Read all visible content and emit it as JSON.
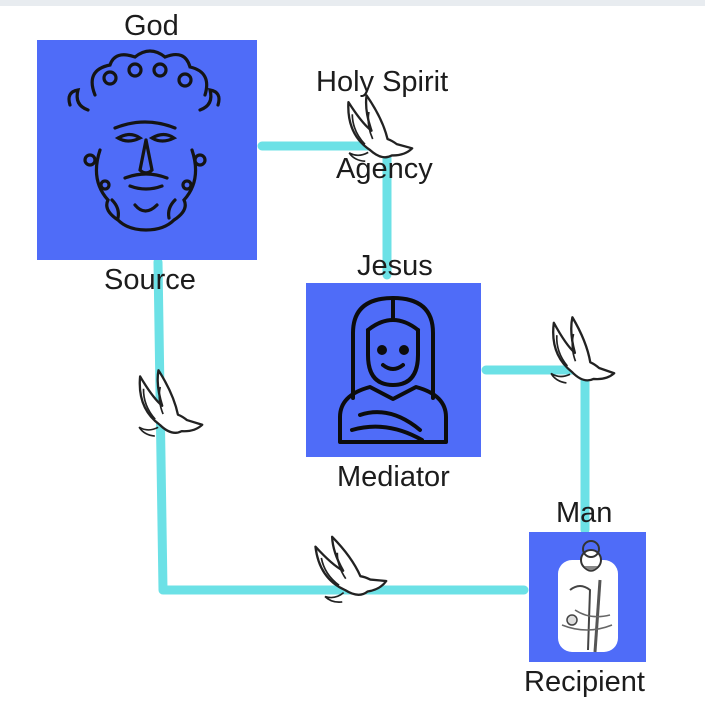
{
  "colors": {
    "box_fill": "#4f6cf8",
    "connector": "#6ce1e6",
    "ink": "#1c1c1c"
  },
  "nodes": {
    "god": {
      "title": "God",
      "role": "Source",
      "icon": "bearded-face-icon"
    },
    "jesus": {
      "title": "Jesus",
      "role": "Mediator",
      "icon": "jesus-portrait-icon"
    },
    "man": {
      "title": "Man",
      "role": "Recipient",
      "icon": "robed-man-icon"
    }
  },
  "holy_spirit": {
    "title": "Holy Spirit",
    "role": "Agency",
    "icon": "dove-icon"
  },
  "flow_icon": "dove-icon"
}
